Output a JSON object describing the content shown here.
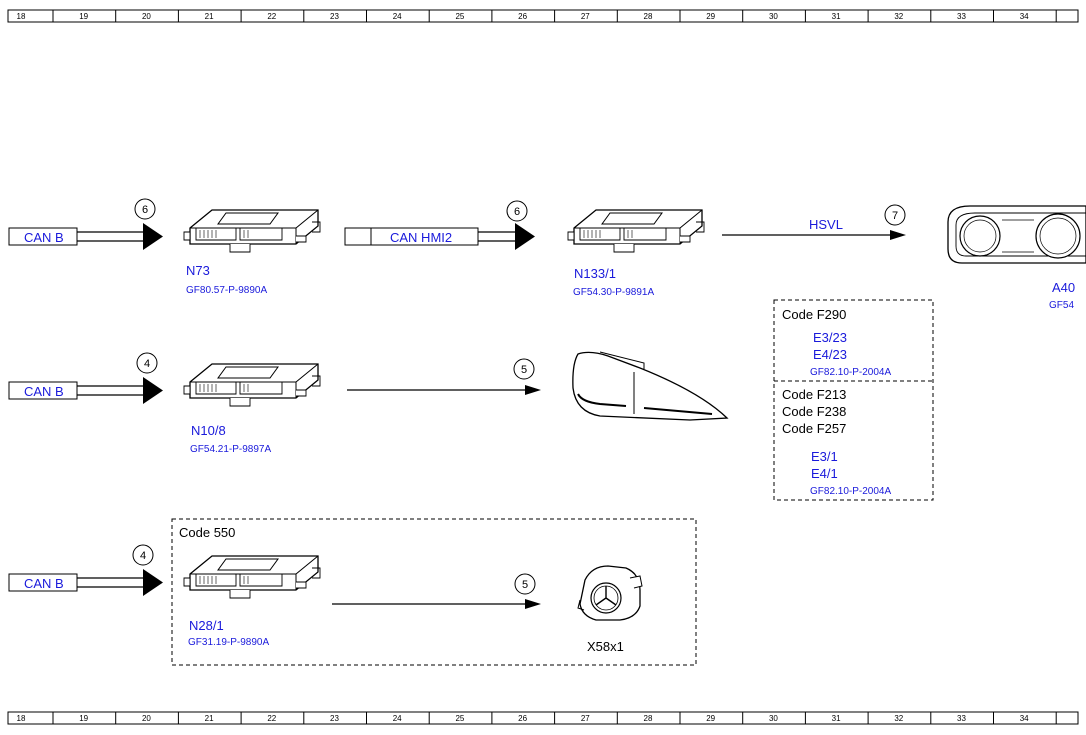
{
  "ruler": {
    "columns": [
      "18",
      "19",
      "20",
      "21",
      "22",
      "23",
      "24",
      "25",
      "26",
      "27",
      "28",
      "29",
      "30",
      "31",
      "32",
      "33",
      "34"
    ]
  },
  "diagram": {
    "row1": {
      "input_label": "CAN B",
      "input_badge": "6",
      "module_name": "N73",
      "module_ref": "GF80.57-P-9890A",
      "bus_label": "CAN HMI2",
      "bus_badge": "6",
      "module2_name": "N133/1",
      "module2_ref": "GF54.30-P-9891A",
      "output_label": "HSVL",
      "output_badge": "7",
      "cluster_name": "A40",
      "cluster_ref": "GF54"
    },
    "code_box_top": {
      "code": "Code F290",
      "items": [
        "E3/23",
        "E4/23"
      ],
      "ref": "GF82.10-P-2004A"
    },
    "code_box_bottom": {
      "codes": [
        "Code F213",
        "Code F238",
        "Code F257"
      ],
      "items": [
        "E3/1",
        "E4/1"
      ],
      "ref": "GF82.10-P-2004A"
    },
    "row2": {
      "input_label": "CAN B",
      "input_badge": "4",
      "module_name": "N10/8",
      "module_ref": "GF54.21-P-9897A",
      "output_badge": "5"
    },
    "row3": {
      "code_box_label": "Code 550",
      "input_label": "CAN B",
      "input_badge": "4",
      "module_name": "N28/1",
      "module_ref": "GF31.19-P-9890A",
      "output_badge": "5",
      "connector_name": "X58x1"
    }
  }
}
